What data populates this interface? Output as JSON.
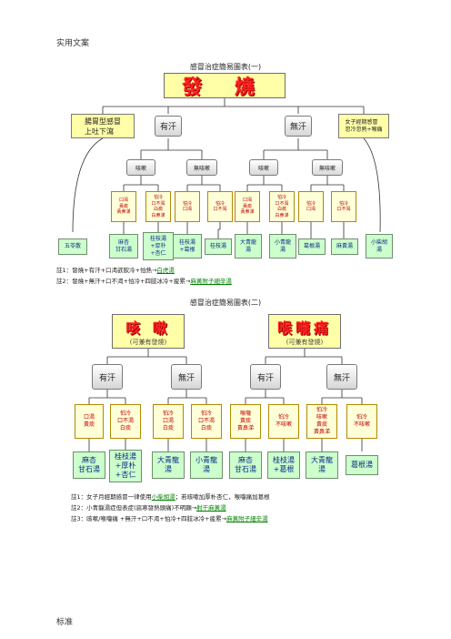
{
  "page_header": "实用文案",
  "page_footer": "标准",
  "chart1": {
    "title": "感冒治症簡易圖表(一)",
    "root": "發  燒",
    "level2": [
      "腸胃型感冒\n上吐下瀉",
      "有汗",
      "無汗",
      "女子經期感冒\n忽冷忽熱+喉痛"
    ],
    "level3": [
      "咳嗽",
      "無咳嗽",
      "咳嗽",
      "無咳嗽"
    ],
    "symptoms": [
      "口渴\n黃痰\n黃鼻涕",
      "怕冷\n口不渴\n白痰\n白鼻涕",
      "怕冷\n口渴",
      "怕冷\n口不渴",
      "口渴\n黃痰\n黃鼻涕",
      "怕冷\n口不渴\n白痰\n白鼻涕",
      "怕冷\n口渴",
      "怕冷\n口不渴"
    ],
    "remedies": [
      "五苓散",
      "麻杏\n甘石湯",
      "桂枝湯\n+厚朴\n+杏仁",
      "桂枝湯\n+葛根",
      "桂枝湯",
      "大青龍\n湯",
      "小青龍\n湯",
      "葛根湯",
      "麻黃湯",
      "小柴胡\n湯"
    ],
    "notes": [
      {
        "text": "註1：發燒+有汗+口渴欲飲冷+怕熱→",
        "link": "白虎湯"
      },
      {
        "text": "註2：發燒+無汗+口不渴+怕冷+四肢冰冷+疲累→",
        "link": "麻黃附子細辛湯"
      }
    ]
  },
  "chart2": {
    "title": "感冒治症簡易圖表(二)",
    "roots": [
      {
        "label": "咳 嗽",
        "sub": "(可兼有發燒)"
      },
      {
        "label": "喉嚨痛",
        "sub": "(可兼有發燒)"
      }
    ],
    "level2": [
      "有汗",
      "無汗",
      "有汗",
      "無汗"
    ],
    "symptoms": [
      "口渴\n黃痰",
      "怕冷\n口不渴\n白痰",
      "怕冷\n口渴\n白痰",
      "怕冷\n口不渴\n白痰",
      "喉嚨\n黃痰\n黃鼻涕",
      "怕冷\n不咳嗽",
      "怕冷\n咳嗽\n黃痰\n黃鼻涕",
      "怕冷\n不咳嗽"
    ],
    "remedies": [
      "麻杏\n甘石湯",
      "桂枝湯\n+厚朴\n+杏仁",
      "大青龍\n湯",
      "小青龍\n湯",
      "麻杏\n甘石湯",
      "桂枝湯\n+葛根",
      "大青龍\n湯",
      "葛根湯"
    ],
    "notes": [
      {
        "text": "註1：女子月經期感冒一律使用",
        "link": "小柴胡湯",
        "tail": "；若咳嗽加厚朴杏仁，喉嚨痛加葛根"
      },
      {
        "text": "註2：小青龍湯症但表症(惡寒發熱頭痛)不明顯→",
        "link": "射干麻黃湯",
        "tail": ""
      },
      {
        "text": "註3：咳嗽/喉嚨痛 +無汗+口不渴+怕冷+四肢冰冷+疲累→",
        "link": "麻黃附子細辛湯",
        "tail": ""
      }
    ]
  }
}
